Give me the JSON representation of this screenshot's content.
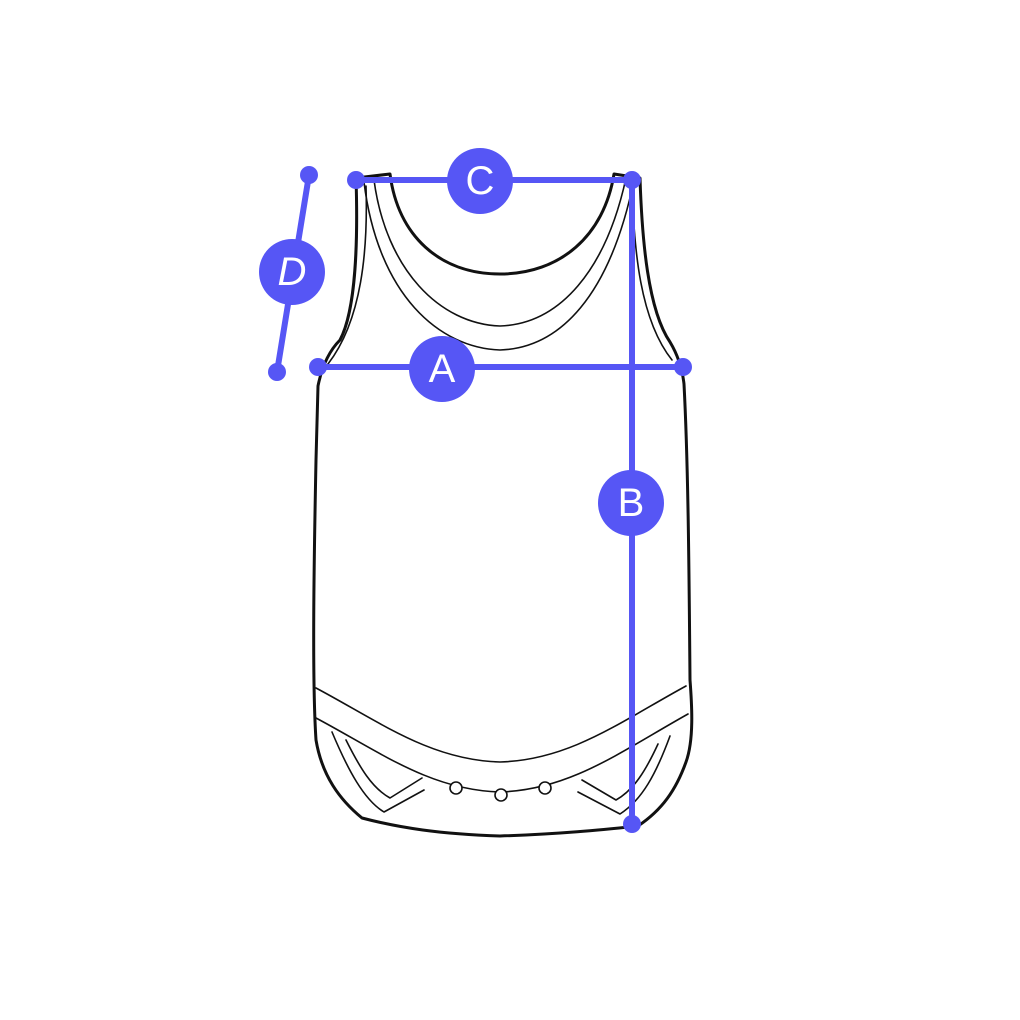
{
  "colors": {
    "accent": "#5656f5",
    "outline": "#111111",
    "background": "#ffffff"
  },
  "measurements": {
    "A": {
      "label": "A"
    },
    "B": {
      "label": "B"
    },
    "C": {
      "label": "C"
    },
    "D": {
      "label": "D"
    }
  }
}
